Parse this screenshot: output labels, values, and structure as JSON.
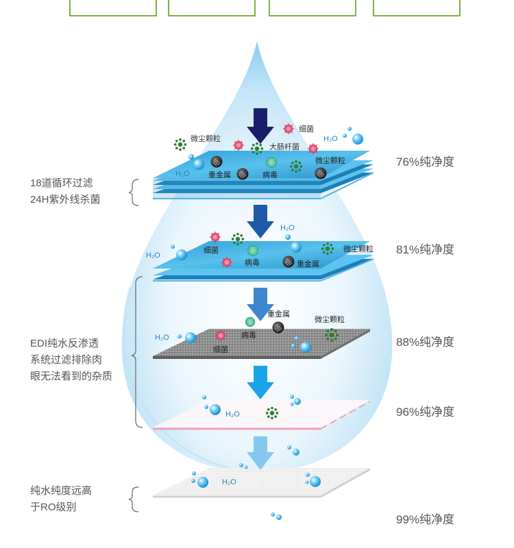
{
  "top_tabs": [
    "",
    "",
    "",
    ""
  ],
  "side_labels": {
    "group1": [
      "18道循环过滤",
      "24H紫外线杀菌"
    ],
    "group2": [
      "EDI纯水反渗透",
      "系统过滤排除肉",
      "眼无法看到的杂质"
    ],
    "group3": [
      "纯水纯度远高",
      "于RO级别"
    ]
  },
  "purity_labels": [
    "76%纯净度",
    "81%纯净度",
    "88%纯净度",
    "96%纯净度",
    "99%纯净度"
  ],
  "layers": [
    {
      "labels": {
        "dust": "微尘颗粒",
        "bacteria": "细菌",
        "ecoli": "大肠杆菌",
        "dust2": "微尘颗粒",
        "h2o": "H₂O",
        "h2o2": "H₂O",
        "metal": "重金属",
        "virus": "病毒"
      }
    },
    {
      "labels": {
        "h2o": "H₂O",
        "h2o2": "H₂O",
        "bacteria": "细菌",
        "dust": "微尘颗粒",
        "virus": "病毒",
        "metal": "重金属"
      }
    },
    {
      "labels": {
        "metal": "重金属",
        "dust": "微尘颗粒",
        "h2o": "H₂O",
        "virus": "病毒",
        "bacteria": "细菌"
      }
    },
    {
      "labels": {
        "h2o": "H₂O"
      }
    },
    {
      "labels": {
        "h2o": "H₂O"
      }
    }
  ],
  "colors": {
    "tab_border": "#7cb342",
    "layer_blue": "#3aa8dc",
    "layer_blue_dark": "#1c7fb8",
    "layer_grey": "#8a8a8a",
    "arrow1": "#1a1f6b",
    "arrow2": "#1e5aa8",
    "arrow3": "#3f86d0",
    "arrow4": "#1aa3e8",
    "arrow5": "#86c8ef"
  }
}
